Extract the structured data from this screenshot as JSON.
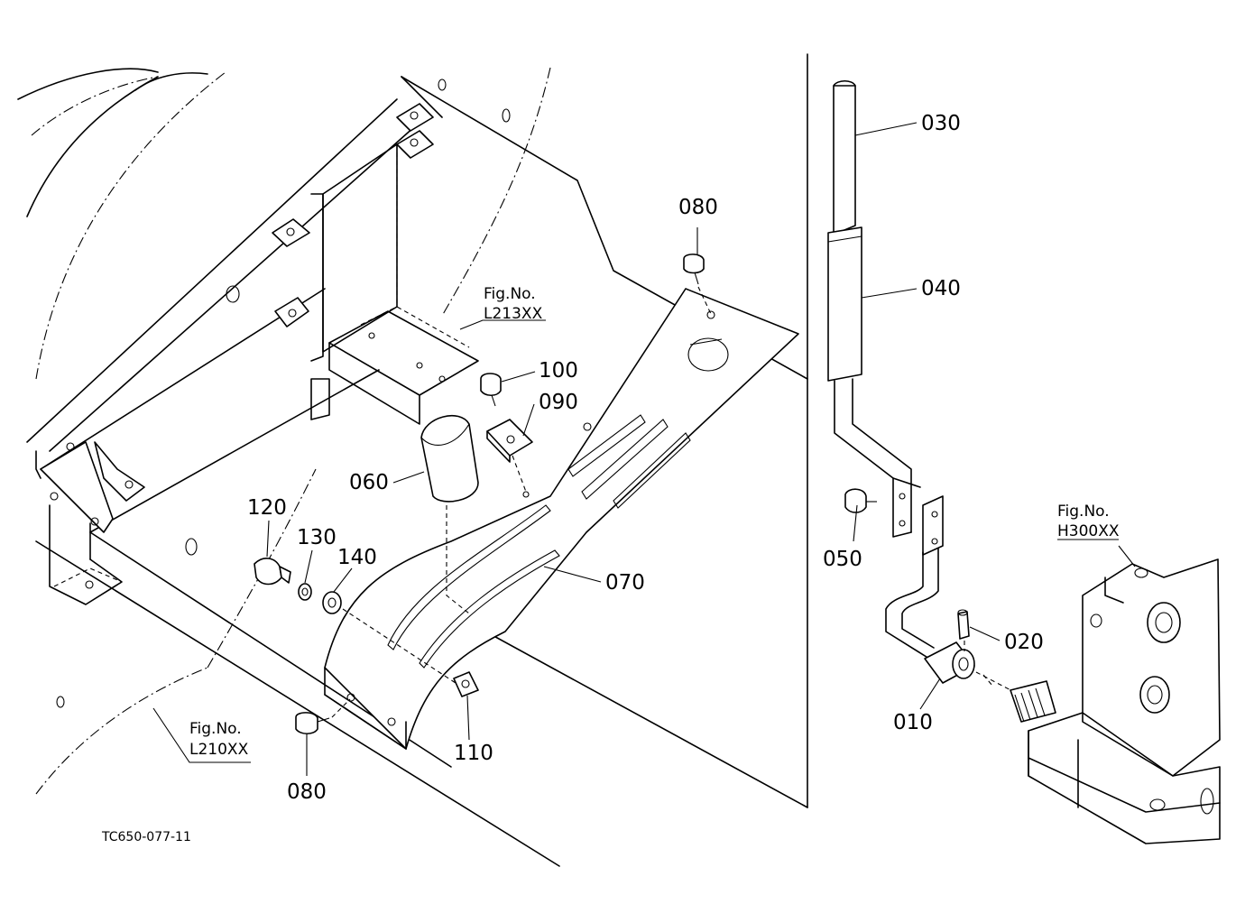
{
  "diagram_code": "TC650-077-11",
  "fig_prefix": "Fig.No.",
  "fig_refs": {
    "upper_mid": "L213XX",
    "lower_left": "L210XX",
    "right": "H300XX"
  },
  "parts": {
    "p010": "010",
    "p020": "020",
    "p030": "030",
    "p040": "040",
    "p050": "050",
    "p060": "060",
    "p070": "070",
    "p080_top": "080",
    "p080_bottom": "080",
    "p090": "090",
    "p100": "100",
    "p110": "110",
    "p120": "120",
    "p130": "130",
    "p140": "140"
  }
}
